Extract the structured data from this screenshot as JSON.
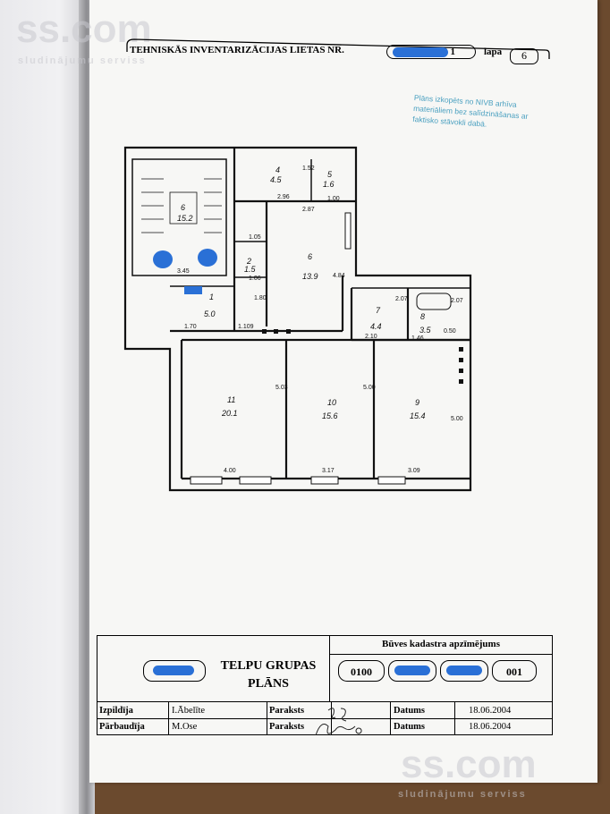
{
  "watermark": {
    "brand": "ss.com",
    "tagline": "sludinājumu serviss"
  },
  "header": {
    "title": "TEHNISKĀS INVENTARIZĀCIJAS LIETAS NR.",
    "case_suffix": "- 0 1",
    "sheet_label": "lapa",
    "sheet_number": "6"
  },
  "stamp": {
    "text": "Plāns izkopēts no NIVB arhīva materiāliem bez salīdzināšanas ar faktisko stāvokli dabā."
  },
  "plan": {
    "rooms": [
      {
        "num": "6",
        "area": "15.2"
      },
      {
        "num": "4",
        "area": "4.5"
      },
      {
        "num": "5",
        "area": "1.6"
      },
      {
        "num": "6",
        "area": "13.9"
      },
      {
        "num": "2",
        "area": "1.5"
      },
      {
        "num": "1",
        "area": "5.0"
      },
      {
        "num": "7",
        "area": "4.4"
      },
      {
        "num": "8",
        "area": "3.5"
      },
      {
        "num": "11",
        "area": "20.1"
      },
      {
        "num": "10",
        "area": "15.6"
      },
      {
        "num": "9",
        "area": "15.4"
      }
    ],
    "dims": {
      "d1": "2.96",
      "d2": "1.52",
      "d3": "1.00",
      "d4": "2.87",
      "d5": "1.05",
      "d6": "1.06",
      "d7": "3.45",
      "d8": "1.80",
      "d9": "4.84",
      "d10": "1.70",
      "d11": "1.109",
      "d12": "2.07",
      "d13": "2.10",
      "d14": "2.07",
      "d15": "0.50",
      "d16": "1.46",
      "d17": "5.03",
      "d18": "5.00",
      "d19": "5.00",
      "d20": "4.00",
      "d21": "3.17",
      "d22": "3.09"
    }
  },
  "titleblock": {
    "group_title": "TELPU GRUPAS PLĀNS",
    "cadastre_title": "Būves kadastra apzīmējums",
    "cadastre_first": "0100",
    "cadastre_last": "001",
    "rows": [
      {
        "label": "Izpildīja",
        "name": "I.Ābelīte",
        "sign_label": "Paraksts",
        "date_label": "Datums",
        "date": "18.06.2004"
      },
      {
        "label": "Pārbaudīja",
        "name": "M.Ose",
        "sign_label": "Paraksts",
        "date_label": "Datums",
        "date": "18.06.2004"
      }
    ]
  }
}
